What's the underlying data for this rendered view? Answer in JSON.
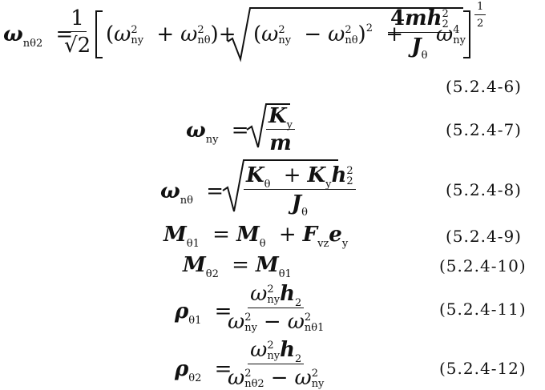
{
  "equations": [
    {
      "id": "eq-5-2-4-6",
      "label": "(5.2.4-6)",
      "latex": "\\omega_{n\\theta2} = \\frac{1}{\\sqrt{2}}\\left[(\\omega_{ny}^2+\\omega_{n\\theta}^2)+\\sqrt{(\\omega_{ny}^2-\\omega_{n\\theta}^2)^2+\\frac{4mh_2^2}{J_\\theta}\\omega_{ny}^4}\\right]^{\\frac{1}{2}}"
    },
    {
      "id": "eq-5-2-4-7",
      "label": "(5.2.4-7)",
      "latex": "\\omega_{ny} = \\sqrt{\\frac{K_y}{m}}"
    },
    {
      "id": "eq-5-2-4-8",
      "label": "(5.2.4-8)",
      "latex": "\\omega_{n\\theta} = \\sqrt{\\frac{K_\\theta + K_y h_2^2}{J_\\theta}}"
    },
    {
      "id": "eq-5-2-4-9",
      "label": "(5.2.4-9)",
      "latex": "M_{\\theta1} = M_\\theta + F_{vz} e_y"
    },
    {
      "id": "eq-5-2-4-10",
      "label": "(5.2.4-10)",
      "latex": "M_{\\theta2} = M_{\\theta1}"
    },
    {
      "id": "eq-5-2-4-11",
      "label": "(5.2.4-11)",
      "latex": "\\rho_{\\theta1} = \\frac{\\omega_{ny}^2 h_2}{\\omega_{ny}^2 - \\omega_{n\\theta1}^2}"
    },
    {
      "id": "eq-5-2-4-12",
      "label": "(5.2.4-12)",
      "latex": "\\rho_{\\theta2} = \\frac{\\omega_{ny}^2 h_2}{\\omega_{n\\theta2}^2 - \\omega_{ny}^2}"
    }
  ]
}
